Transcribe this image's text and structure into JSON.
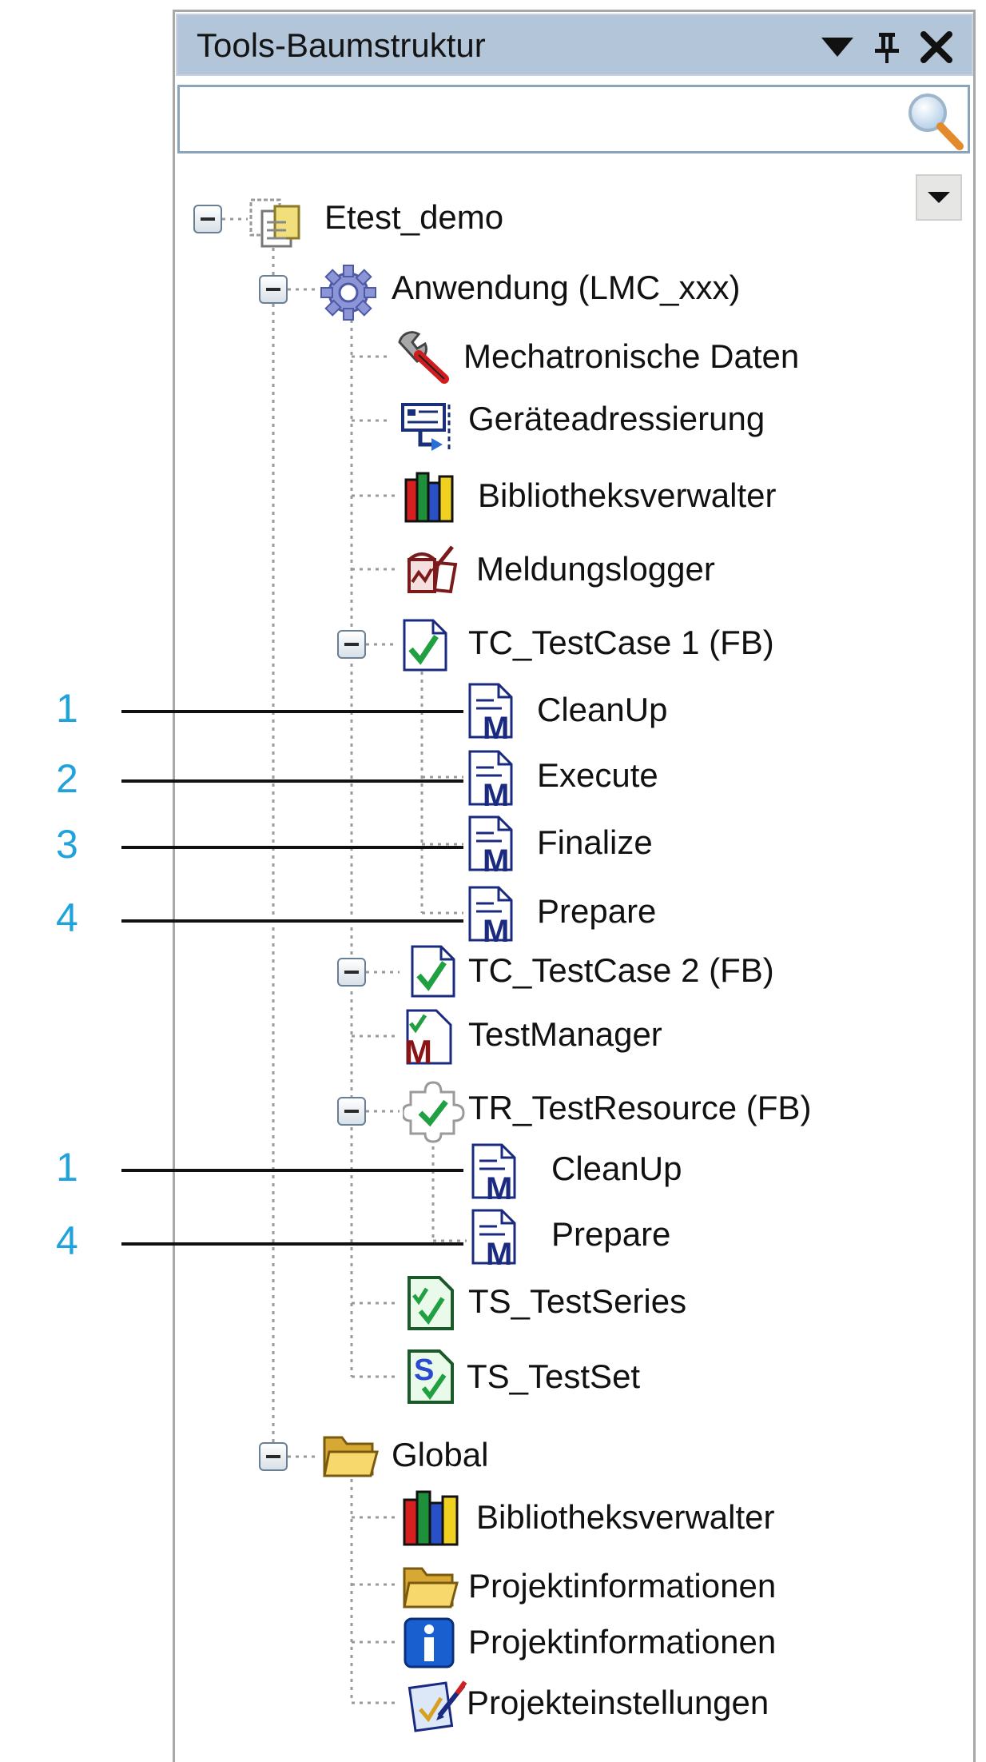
{
  "panel": {
    "title": "Tools-Baumstruktur",
    "buttons": [
      "menu-dropdown",
      "pin",
      "close"
    ]
  },
  "search": {
    "value": "",
    "placeholder": ""
  },
  "tree": {
    "root": "Etest_demo",
    "application": "Anwendung (LMC_xxx)",
    "app_items": {
      "mechatronic": "Mechatronische Daten",
      "addressing": "Geräteadressierung",
      "library": "Bibliotheksverwalter",
      "logger": "Meldungslogger",
      "testcase1": "TC_TestCase 1 (FB)",
      "tc1_cleanup": "CleanUp",
      "tc1_execute": "Execute",
      "tc1_finalize": "Finalize",
      "tc1_prepare": "Prepare",
      "testcase2": "TC_TestCase 2 (FB)",
      "testmanager": "TestManager",
      "testresource": "TR_TestResource (FB)",
      "tr_cleanup": "CleanUp",
      "tr_prepare": "Prepare",
      "testseries": "TS_TestSeries",
      "testset": "TS_TestSet"
    },
    "global": "Global",
    "global_items": {
      "library": "Bibliotheksverwalter",
      "projinfo_folder": "Projektinformationen",
      "projinfo": "Projektinformationen",
      "projsettings": "Projekteinstellungen"
    }
  },
  "callouts": [
    "1",
    "2",
    "3",
    "4",
    "1",
    "4"
  ],
  "colors": {
    "callout": "#1fa3dc",
    "titlebar": "#b3c5d9",
    "search_border": "#8aa4bc"
  }
}
